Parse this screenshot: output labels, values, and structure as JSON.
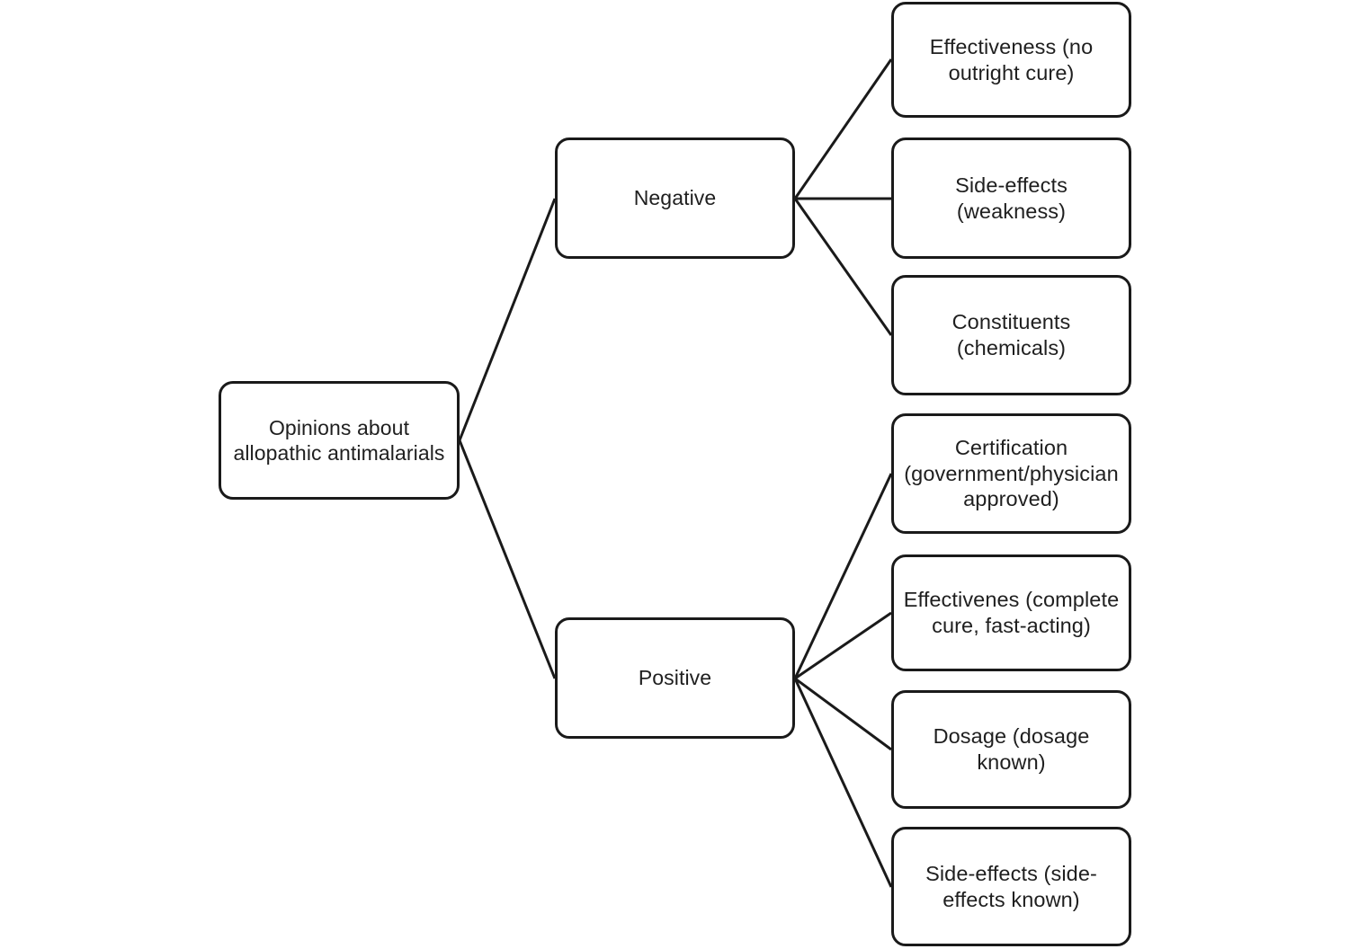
{
  "diagram": {
    "type": "concept-map-tree",
    "orientation": "left-to-right",
    "background_color": "#ffffff",
    "node_border_color": "#1a1a1a",
    "node_fill_color": "#ffffff",
    "text_color": "#1f1f1f",
    "edge_color": "#1a1a1a",
    "root": {
      "id": "root",
      "label": "Opinions about\nallopathic antimalarials"
    },
    "branches": [
      {
        "id": "negative",
        "label": "Negative",
        "children": [
          {
            "id": "neg-effectiveness",
            "label": "Effectiveness (no\noutright cure)"
          },
          {
            "id": "neg-side-effects",
            "label": "Side-effects (weakness)"
          },
          {
            "id": "neg-constituents",
            "label": "Constituents\n(chemicals)"
          }
        ]
      },
      {
        "id": "positive",
        "label": "Positive",
        "children": [
          {
            "id": "pos-certification",
            "label": "Certification\n(government/physician\napproved)"
          },
          {
            "id": "pos-effectiveness",
            "label": "Effectivenes (complete\ncure, fast-acting)"
          },
          {
            "id": "pos-dosage",
            "label": "Dosage (dosage known)"
          },
          {
            "id": "pos-side-effects",
            "label": "Side-effects (side-\neffects known)"
          }
        ]
      }
    ]
  }
}
